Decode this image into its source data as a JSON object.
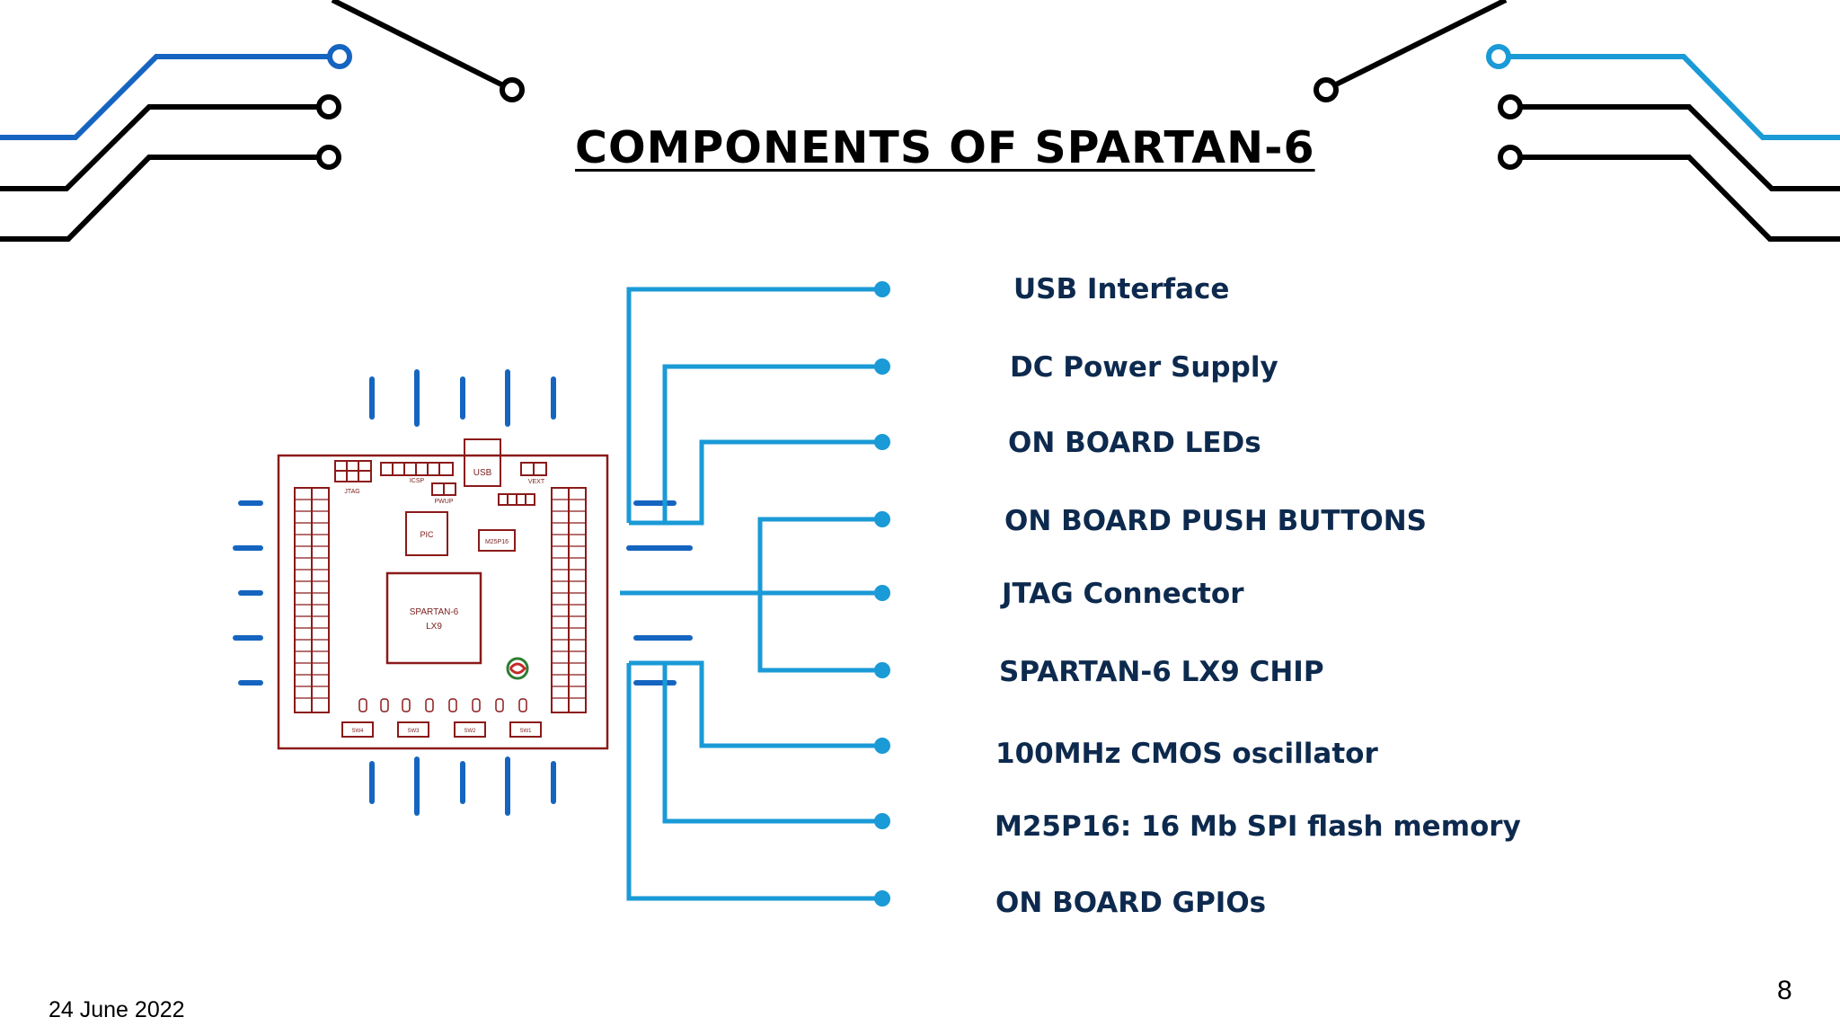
{
  "slide": {
    "title": "COMPONENTS OF SPARTAN-6",
    "date": "24 June 2022",
    "page_number": "8"
  },
  "colors": {
    "trace_blue_dark": "#1565c0",
    "trace_blue_light": "#1a9ad6",
    "trace_black": "#000000",
    "label_navy": "#0d2a4e",
    "pcb_red": "#8b1a1a"
  },
  "components": [
    {
      "label": "USB Interface"
    },
    {
      "label": "DC Power Supply"
    },
    {
      "label": "ON BOARD LEDs"
    },
    {
      "label": "ON BOARD PUSH BUTTONS"
    },
    {
      "label": "JTAG Connector"
    },
    {
      "label": "SPARTAN-6 LX9 CHIP"
    },
    {
      "label": "100MHz CMOS oscillator"
    },
    {
      "label": "M25P16: 16 Mb SPI flash memory"
    },
    {
      "label": "ON BOARD GPIOs"
    }
  ],
  "board": {
    "usb": "USB",
    "icsp": "ICSP",
    "vext": "VEXT",
    "jtag": "JTAG",
    "pwup": "PWUP",
    "pic": "PIC",
    "flash": "M25P16",
    "chip_line1": "SPARTAN-6",
    "chip_line2": "LX9",
    "sw4": "SW4",
    "sw3": "SW3",
    "sw2": "SW2",
    "sw1": "SW1"
  }
}
